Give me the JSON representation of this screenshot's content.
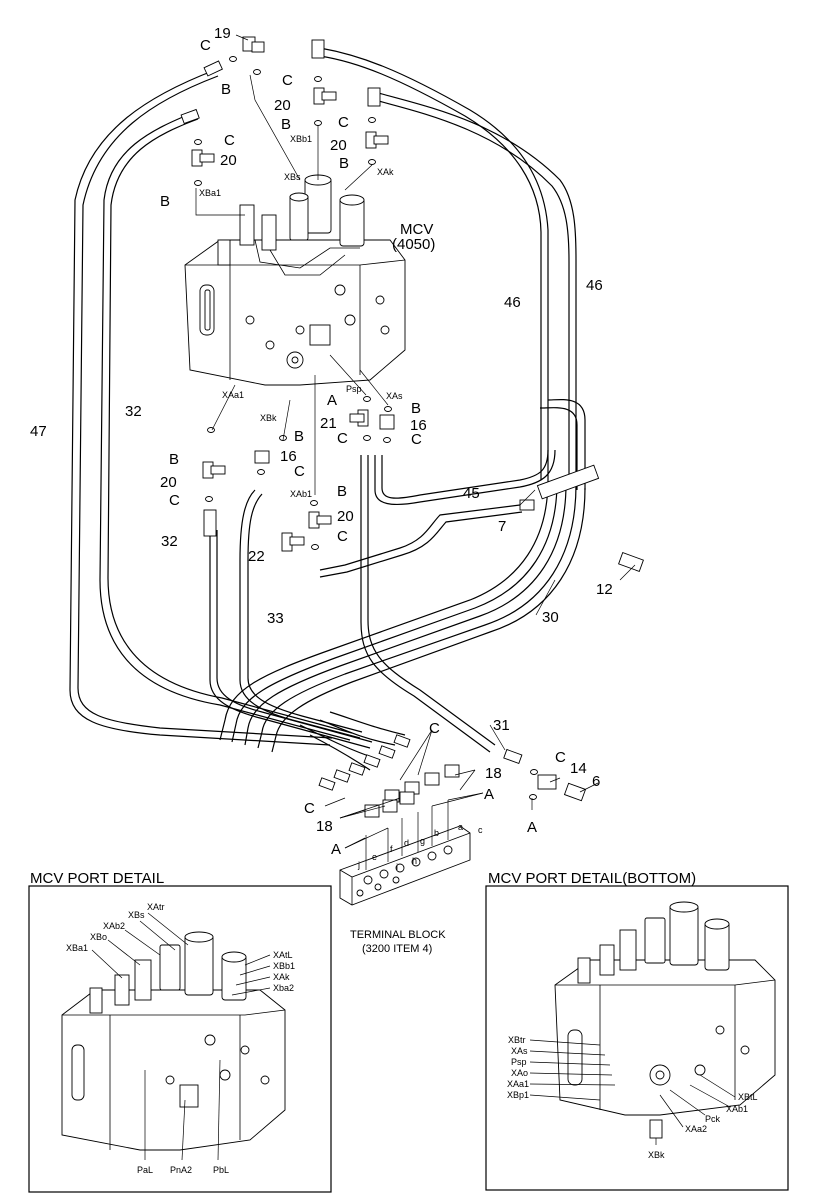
{
  "labels": {
    "n19": "19",
    "n20a": "20",
    "n20b": "20",
    "n20c": "20",
    "n20d": "20",
    "n20e": "20",
    "n21": "21",
    "n16a": "16",
    "n16b": "16",
    "n22": "22",
    "n32a": "32",
    "n32b": "32",
    "n33": "33",
    "n47": "47",
    "n46a": "46",
    "n46b": "46",
    "n45": "45",
    "n7": "7",
    "n12": "12",
    "n30": "30",
    "n31": "31",
    "n18a": "18",
    "n18b": "18",
    "n14": "14",
    "n6": "6",
    "mcv": "MCV",
    "mcv_code": "(4050)",
    "terminal_block": "TERMINAL BLOCK",
    "terminal_block_sub": "(3200 ITEM 4)",
    "A": "A",
    "B": "B",
    "C": "C"
  },
  "ports_main": {
    "xbs": "XBs",
    "xbb1": "XBb1",
    "xak": "XAk",
    "xba1": "XBa1",
    "xaa1": "XAa1",
    "xbk": "XBk",
    "psp": "Psp",
    "xas": "XAs",
    "xab1": "XAb1"
  },
  "block_letters": [
    "a",
    "b",
    "c",
    "d",
    "e",
    "f",
    "g",
    "h",
    "i",
    "j"
  ],
  "detail_left": {
    "title": "MCV PORT DETAIL",
    "ports": [
      "XAtr",
      "XBs",
      "XAb2",
      "XBo",
      "XBa1",
      "XAtL",
      "XBb1",
      "XAk",
      "Xba2",
      "PaL",
      "PnA2",
      "PbL"
    ]
  },
  "detail_right": {
    "title": "MCV PORT DETAIL(BOTTOM)",
    "ports": [
      "XBtr",
      "XAs",
      "Psp",
      "XAo",
      "XAa1",
      "XBp1",
      "XBtL",
      "XAb1",
      "Pck",
      "XAa2",
      "XBk"
    ]
  }
}
